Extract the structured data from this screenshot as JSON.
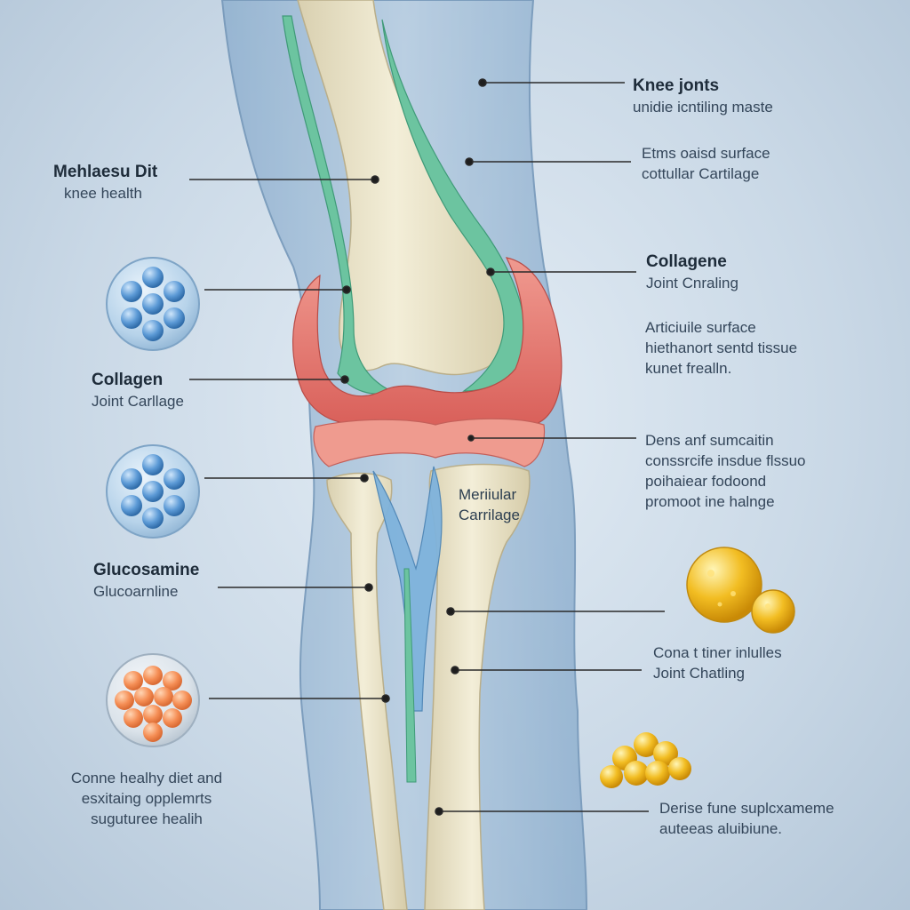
{
  "labels": {
    "knee_joints": {
      "title": "Knee jonts",
      "subtitle": "unidie icntiling maste"
    },
    "dense_surface": {
      "line1": "Etms oaisd surface",
      "line2": "cottullar Cartilage"
    },
    "diet_health": {
      "title": "Mehlaesu Dit",
      "subtitle": "knee health"
    },
    "collagene_right": {
      "title": "Collagene",
      "subtitle": "Joint Cnraling"
    },
    "articular": {
      "line1": "Articiuile surface",
      "line2": "hiethanort sentd tissue",
      "line3": "kunet frealln."
    },
    "collagen_left": {
      "title": "Collagen",
      "subtitle": "Joint Carllage"
    },
    "dense_connective": {
      "line1": "Dens anf sumcaitin",
      "line2": "conssrcife insdue flssuo",
      "line3": "poihaiear fodoond",
      "line4": "promoot ine halnge"
    },
    "meniscus": {
      "line1": "Meriiular",
      "line2": "Carrilage"
    },
    "glucosamine": {
      "title": "Glucosamine",
      "subtitle": "Glucoarnline"
    },
    "connective_right": {
      "line1": "Cona t tiner inlulles",
      "line2": "Joint Chatling"
    },
    "healthy_diet": {
      "line1": "Conne healhy diet and",
      "line2": "esxitaing opplemrts",
      "line3": "suguturee healih"
    },
    "supplement": {
      "line1": "Derise fune suplcxameme",
      "line2": "auteeas aluibiune."
    }
  },
  "icons": {
    "collagen_sphere_1": "blue-molecule-sphere-icon",
    "collagen_sphere_2": "blue-molecule-sphere-icon",
    "supplement_sphere": "orange-capsule-sphere-icon",
    "oil_capsule_large": "yellow-oil-capsule-icon",
    "oil_capsule_small": "yellow-oil-capsule-icon",
    "pill_cluster": "yellow-pill-cluster-icon"
  },
  "colors": {
    "background": "#c9d8e6",
    "leg_silhouette": "#9fbad3",
    "bone": "#ece5cc",
    "tendon_green": "#6cc4a0",
    "cartilage_red": "#e8807a",
    "ligament_blue": "#7fb3dc",
    "leader_line": "#2a2a2a"
  }
}
